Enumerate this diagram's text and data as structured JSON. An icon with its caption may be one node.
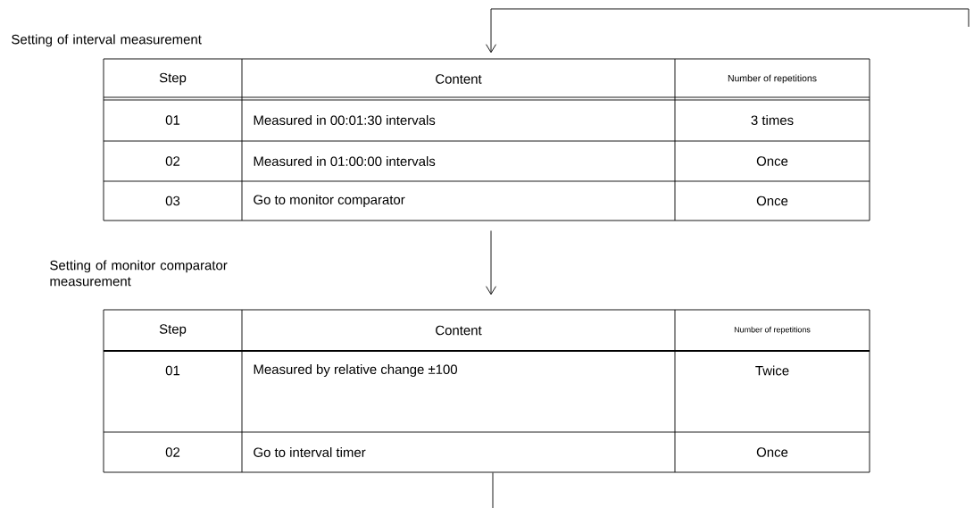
{
  "diagram": {
    "nodes": [
      {
        "text": [
          "Setting of interval measurement",
          "Step",
          "Content",
          "Number of repetitions",
          "01",
          "Measured in 00:01:30 intervals",
          "3 times",
          "02",
          "Measured in 01:00:00 intervals",
          "Once",
          "03",
          "Go to monitor comparator",
          "Once"
        ]
      },
      {
        "text": [
          "Setting of monitor comparator measurement",
          "Step",
          "Content",
          "Number of repetitions",
          "01",
          "Measured by relative change ±100",
          "Twice",
          "02",
          "Go to interval timer",
          "Once"
        ]
      }
    ],
    "edges": [
      {
        "from": null,
        "to": 0,
        "arrow": "to"
      },
      {
        "from": 0,
        "to": 1,
        "arrow": "to"
      },
      {
        "from": 1,
        "to": null,
        "arrow": "none"
      }
    ]
  }
}
